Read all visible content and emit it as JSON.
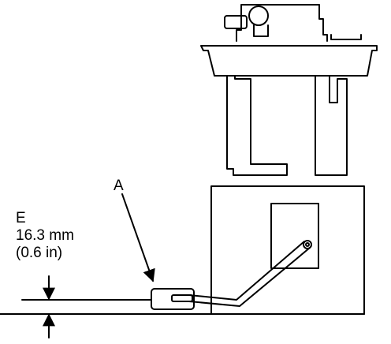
{
  "labels": {
    "callout_a": "A",
    "dimension_letter": "E",
    "dimension_metric": "16.3 mm",
    "dimension_imperial": "(0.6 in)"
  },
  "colors": {
    "line": "#000000",
    "background": "#ffffff"
  }
}
